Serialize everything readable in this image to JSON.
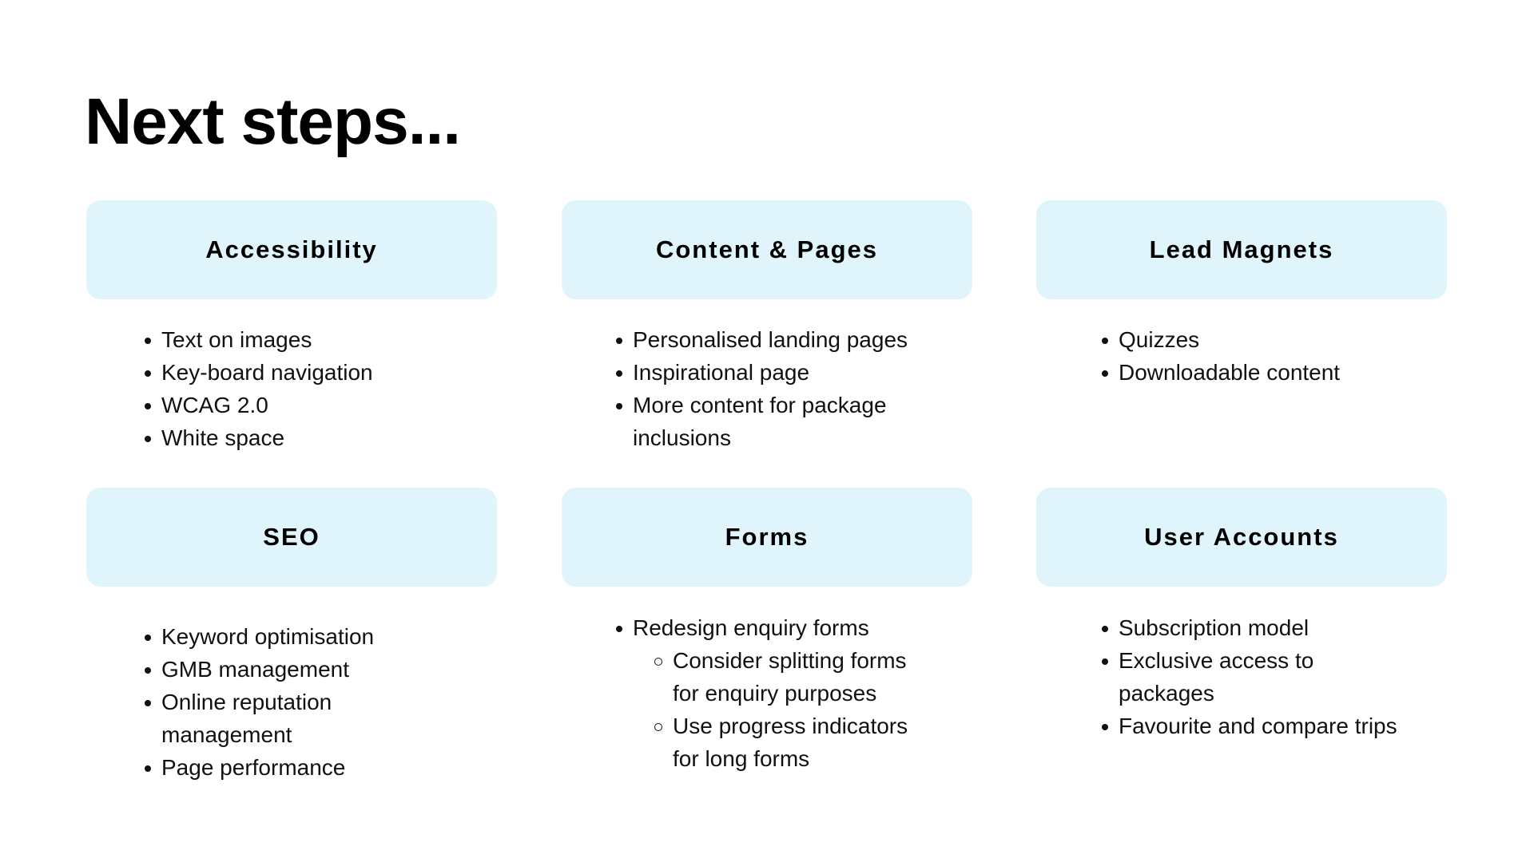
{
  "title": "Next steps...",
  "cards": [
    {
      "heading": "Accessibility",
      "items": [
        "Text on images",
        "Key-board navigation",
        "WCAG 2.0",
        "White space"
      ]
    },
    {
      "heading": "Content & Pages",
      "items": [
        "Personalised landing pages",
        "Inspirational page",
        "More content for package inclusions"
      ]
    },
    {
      "heading": "Lead Magnets",
      "items": [
        "Quizzes",
        "Downloadable content"
      ]
    },
    {
      "heading": "SEO",
      "items": [
        "Keyword optimisation",
        "GMB management",
        "Online reputation management",
        "Page performance"
      ]
    },
    {
      "heading": "Forms",
      "items": [
        "Redesign enquiry forms"
      ],
      "subitems": [
        "Consider splitting forms for enquiry purposes",
        "Use progress indicators for long forms"
      ]
    },
    {
      "heading": "User Accounts",
      "items": [
        "Subscription model",
        "Exclusive access to packages",
        "Favourite and compare trips"
      ]
    }
  ],
  "colors": {
    "card_bg": "#E0F4FC",
    "text": "#111111"
  }
}
